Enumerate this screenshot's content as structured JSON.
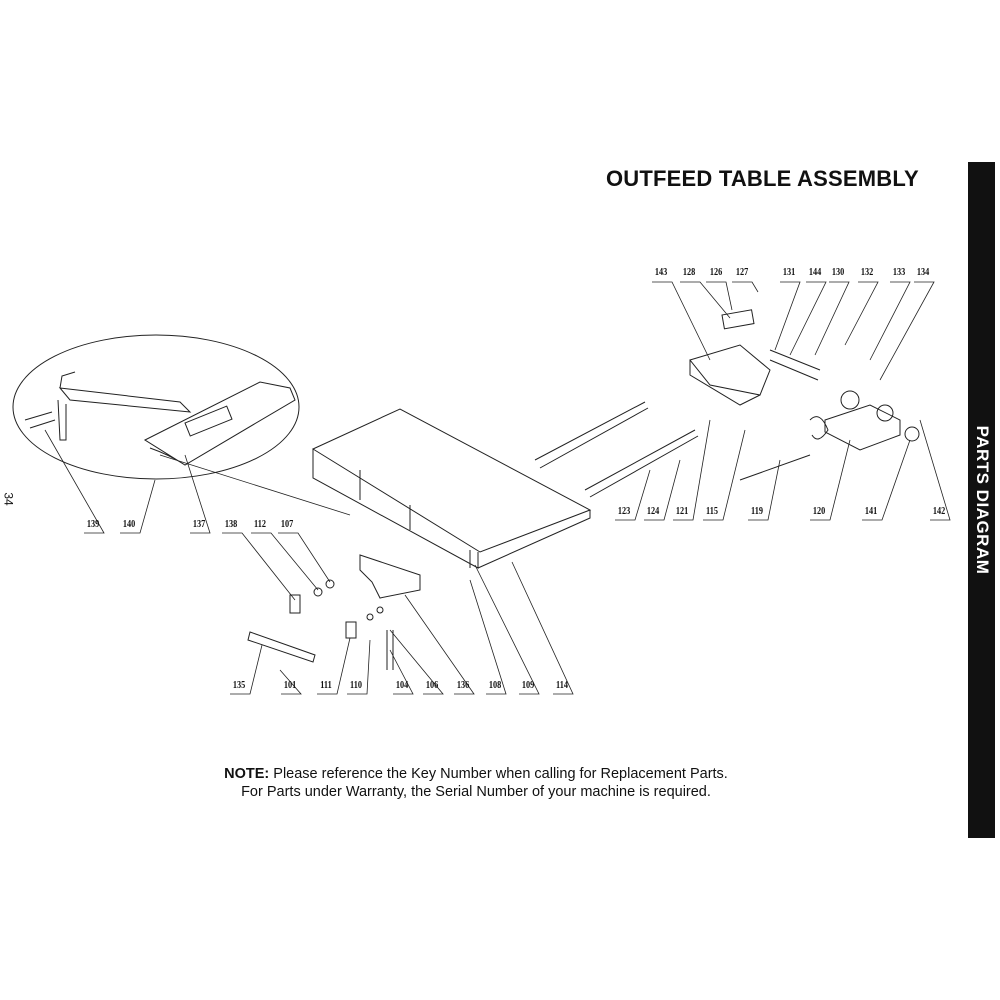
{
  "title": "OUTFEED TABLE ASSEMBLY",
  "sidebar_label": "PARTS DIAGRAM",
  "page_number": "34",
  "note": {
    "prefix": "NOTE:",
    "line1": " Please reference the Key Number when calling for Replacement Parts.",
    "line2": "For Parts under Warranty, the Serial Number of your machine is required."
  },
  "labels_top": [
    "143",
    "128",
    "126",
    "127",
    "131",
    "144",
    "130",
    "132",
    "133",
    "134"
  ],
  "labels_mid": [
    "123",
    "124",
    "121",
    "115",
    "119",
    "120",
    "141",
    "142"
  ],
  "labels_left": [
    "139",
    "140",
    "137",
    "138",
    "112",
    "107"
  ],
  "labels_bottom": [
    "135",
    "101",
    "111",
    "110",
    "104",
    "106",
    "136",
    "108",
    "109",
    "114"
  ]
}
